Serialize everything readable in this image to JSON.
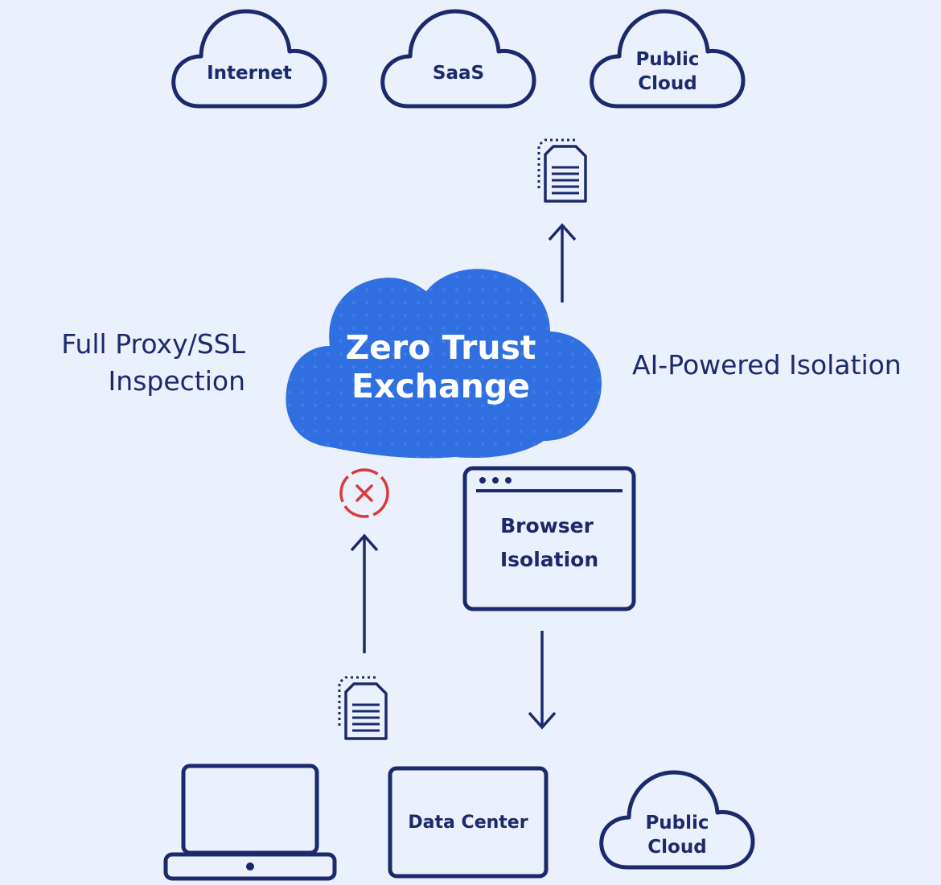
{
  "top_clouds": {
    "internet": "Internet",
    "saas": "SaaS",
    "public_cloud_line1": "Public",
    "public_cloud_line2": "Cloud"
  },
  "center": {
    "line1": "Zero Trust",
    "line2": "Exchange"
  },
  "left_label": {
    "line1": "Full Proxy/SSL",
    "line2": "Inspection"
  },
  "right_label": "AI-Powered Isolation",
  "browser_isolation": {
    "line1": "Browser",
    "line2": "Isolation"
  },
  "bottom": {
    "data_center": "Data Center",
    "public_cloud_line1": "Public",
    "public_cloud_line2": "Cloud"
  },
  "colors": {
    "ink": "#1a2a6c",
    "accent_blue": "#2f6fe0",
    "blocked_red": "#d93a3a",
    "background": "#eaf0fc"
  },
  "icons": [
    "document-icon",
    "blocked-x-icon",
    "laptop-icon",
    "cloud-icon"
  ]
}
